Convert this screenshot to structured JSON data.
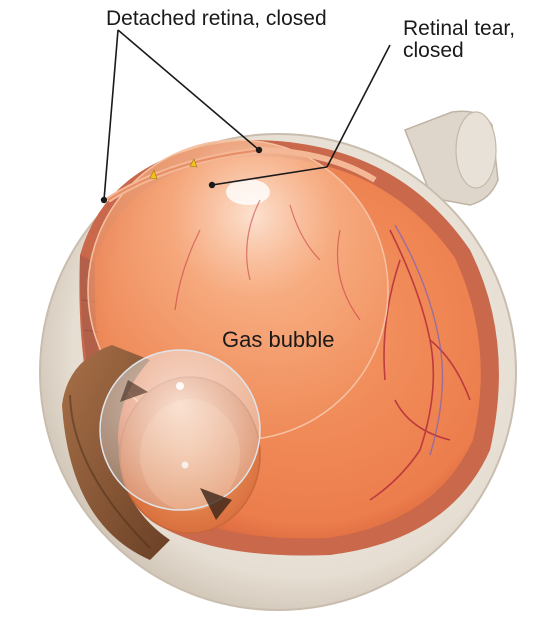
{
  "labels": {
    "detached_retina": "Detached retina, closed",
    "retinal_tear_line1": "Retinal tear,",
    "retinal_tear_line2": "closed",
    "gas_bubble": "Gas bubble"
  },
  "colors": {
    "sclera": "#ece6dd",
    "sclera_shadow": "#cfc5b8",
    "choroid": "#c9684a",
    "retina_inner": "#f28a5a",
    "retina_light": "#f7a878",
    "bubble_highlight": "#fbe3d2",
    "iris": "#8a5a3a",
    "lens": "#e9925e",
    "vessel": "#b0283a",
    "leader_line": "#1a1a1a"
  },
  "icons": [
    "eye-cross-section-illustration"
  ]
}
